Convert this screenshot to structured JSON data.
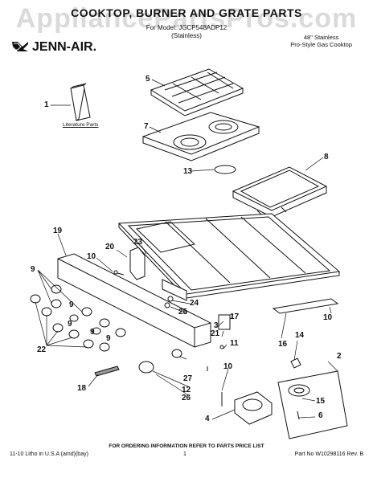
{
  "watermark": "AppliancePartsPros.com",
  "header": {
    "title": "COOKTOP, BURNER AND GRATE PARTS",
    "model_line": "For Model: JGCP548ADP12",
    "model_finish": "(Stainless)",
    "brand": "JENN-AIR.",
    "description_line1": "48\" Stainless",
    "description_line2": "Pro-Style Gas Cooktop"
  },
  "literature_label": "Literature Parts",
  "callouts": [
    "1",
    "2",
    "3",
    "4",
    "5",
    "6",
    "7",
    "8",
    "9",
    "9",
    "9",
    "9",
    "9",
    "10",
    "10",
    "10",
    "11",
    "12",
    "13",
    "14",
    "15",
    "16",
    "17",
    "18",
    "19",
    "20",
    "21",
    "22",
    "23",
    "24",
    "25",
    "26",
    "27"
  ],
  "footer": {
    "ordering_note": "FOR ORDERING INFORMATION REFER TO PARTS PRICE LIST",
    "litho": "11-10 Litho in U.S.A (amd)(bay)",
    "page_number": "1",
    "part_no": "Part No W10298116 Rev. B"
  }
}
